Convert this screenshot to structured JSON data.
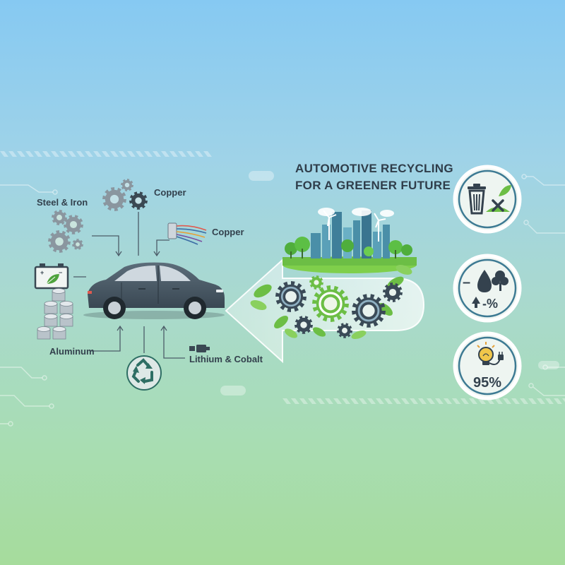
{
  "headline": {
    "line1": "AUTOMOTIVE RECYCLING",
    "line2": "FOR A GREENER FUTURE"
  },
  "materials": {
    "steel_iron": "Steel & Iron",
    "copper_gears": "Copper",
    "copper_wires": "Copper",
    "aluminum": "Aluminum",
    "lithium_cobalt": "Lithium & Cobalt"
  },
  "benefits": {
    "landfill": {
      "icon": "trash-bin-no-waste-icon"
    },
    "resources": {
      "icon": "water-drop-tree-reduction-icon",
      "minus": "–",
      "percent": "-%"
    },
    "energy": {
      "icon": "lightbulb-plug-icon",
      "value": "95%"
    }
  },
  "colors": {
    "dark_slate": "#3a4a57",
    "green": "#6cbe45",
    "teal": "#2e7d70",
    "accent_blue": "#3d6ea5"
  }
}
